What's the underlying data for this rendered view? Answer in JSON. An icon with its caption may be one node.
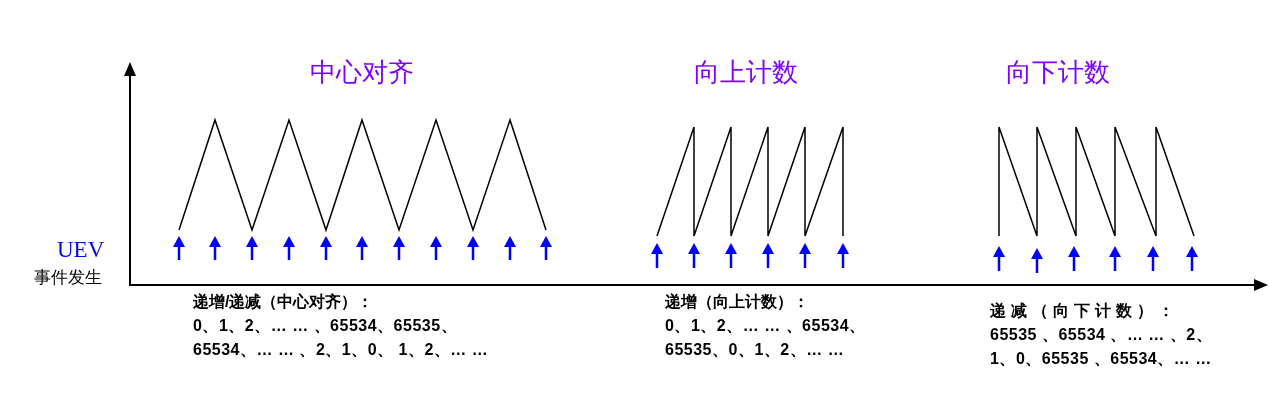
{
  "diagram": {
    "labels": [
      "中心对齐",
      "向上计数",
      "向下计数",
      "UEV",
      "事件发生",
      "递增/递减（中心对齐）：",
      "0、1、2、… … 、65534、65535、 65534、… … 、2、1、0、 1、2、… …",
      "递增（向上计数）：",
      "0、1、2、… … 、65534、65535、0、1、2、… …",
      "递减（向下计数）：",
      "65535 、65534 、… … 、2、1、0、65535 、65534、… …"
    ]
  }
}
